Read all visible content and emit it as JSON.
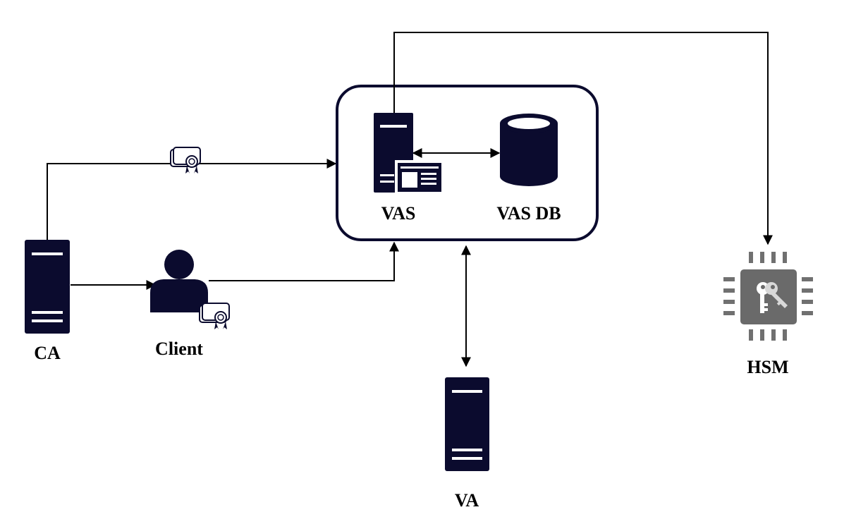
{
  "nodes": {
    "ca": {
      "label": "CA",
      "icon": "server-icon"
    },
    "client": {
      "label": "Client",
      "icon": "user-icon",
      "badge_icon": "certificate-icon"
    },
    "vas": {
      "label": "VAS",
      "icon": "web-server-icon"
    },
    "vas_db": {
      "label": "VAS DB",
      "icon": "database-icon"
    },
    "va": {
      "label": "VA",
      "icon": "server-icon"
    },
    "hsm": {
      "label": "HSM",
      "icon": "hsm-chip-key-icon"
    }
  },
  "edges": [
    {
      "from": "CA",
      "to": "VAS",
      "direction": "forward",
      "icon": "certificate-icon"
    },
    {
      "from": "CA",
      "to": "Client",
      "direction": "forward"
    },
    {
      "from": "Client",
      "to": "VAS",
      "direction": "forward"
    },
    {
      "from": "VAS",
      "to": "VAS DB",
      "direction": "both"
    },
    {
      "from": "VAS",
      "to": "HSM",
      "direction": "forward"
    },
    {
      "from": "VAS",
      "to": "VA",
      "direction": "both"
    }
  ],
  "colors": {
    "icon": "#0b0b2e",
    "line": "#000000",
    "hsm_chip": "#6a6a6a",
    "hsm_pins": "#707070",
    "background": "#ffffff"
  }
}
